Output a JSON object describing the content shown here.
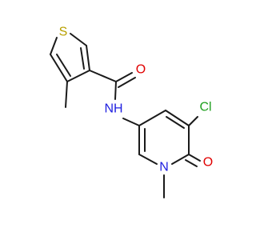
{
  "molecule": {
    "atoms": {
      "S": {
        "text": "S",
        "color": "#b8a000"
      },
      "O_amide": {
        "text": "O",
        "color": "#e00000"
      },
      "N_amide": {
        "text": "NH",
        "color": "#2020e0"
      },
      "Cl": {
        "text": "Cl",
        "color": "#1fa01f"
      },
      "O_ring": {
        "text": "O",
        "color": "#e00000"
      },
      "N_ring": {
        "text": "N",
        "color": "#2020e0"
      }
    }
  }
}
